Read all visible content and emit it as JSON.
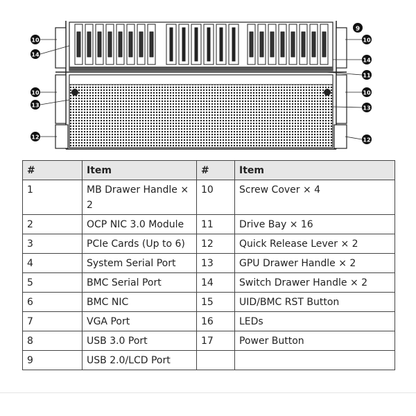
{
  "figure": {
    "callouts": [
      "9",
      "10",
      "10",
      "10",
      "10",
      "14",
      "14",
      "11",
      "13",
      "13",
      "12",
      "12"
    ]
  },
  "table": {
    "headers": [
      "#",
      "Item",
      "#",
      "Item"
    ],
    "rows": [
      [
        "1",
        "MB Drawer Handle × 2",
        "10",
        "Screw Cover × 4"
      ],
      [
        "2",
        "OCP NIC 3.0 Module",
        "11",
        "Drive Bay × 16"
      ],
      [
        "3",
        "PCIe Cards (Up to 6)",
        "12",
        "Quick Release Lever × 2"
      ],
      [
        "4",
        "System Serial Port",
        "13",
        "GPU Drawer Handle × 2"
      ],
      [
        "5",
        "BMC Serial Port",
        "14",
        "Switch Drawer Handle × 2"
      ],
      [
        "6",
        "BMC NIC",
        "15",
        "UID/BMC RST Button"
      ],
      [
        "7",
        "VGA Port",
        "16",
        "LEDs"
      ],
      [
        "8",
        "USB 3.0 Port",
        "17",
        "Power Button"
      ],
      [
        "9",
        "USB 2.0/LCD Port",
        "",
        ""
      ]
    ]
  }
}
